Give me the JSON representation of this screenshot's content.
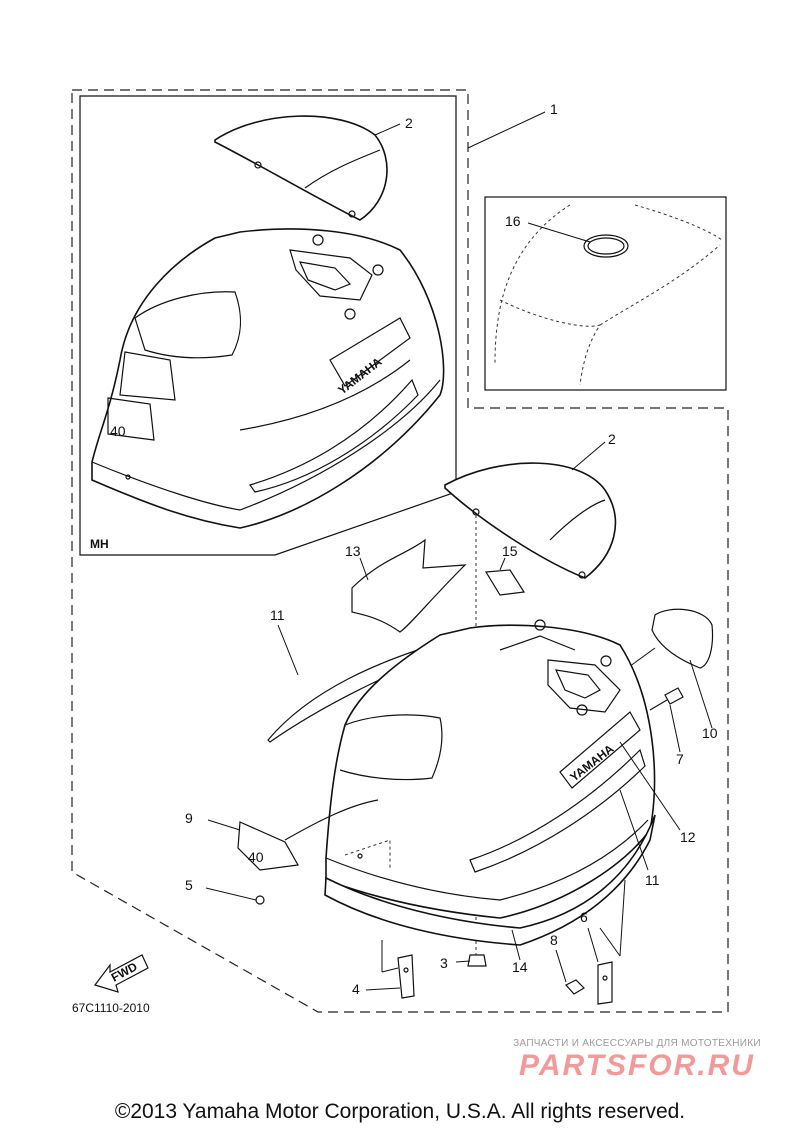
{
  "callouts": {
    "c1": "1",
    "c2a": "2",
    "c2b": "2",
    "c3": "3",
    "c4": "4",
    "c5": "5",
    "c6": "6",
    "c7": "7",
    "c8": "8",
    "c9": "9",
    "c10": "10",
    "c11a": "11",
    "c11b": "11",
    "c12": "12",
    "c13": "13",
    "c14": "14",
    "c15": "15",
    "c16": "16"
  },
  "labels": {
    "variant": "MH",
    "fwd": "FWD",
    "brand_decal_upper": "YAMAHA",
    "brand_decal_lower": "YAMAHA",
    "model_badge_upper": "40",
    "model_badge_lower": "40",
    "diagram_code": "67C1110-2010"
  },
  "watermark": {
    "tagline": "ЗАПЧАСТИ И АКСЕССУАРЫ ДЛЯ МОТОТЕХНИКИ",
    "brand": "PARTSFOR.RU"
  },
  "footer": {
    "copyright": "©2013 Yamaha Motor Corporation, U.S.A. All rights reserved."
  }
}
